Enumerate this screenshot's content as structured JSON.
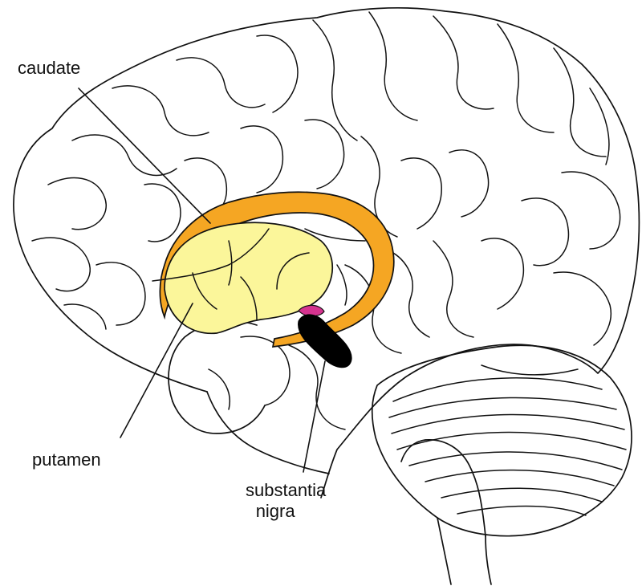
{
  "labels": {
    "caudate": "caudate",
    "putamen": "putamen",
    "substantia_nigra_line1": "substantia",
    "substantia_nigra_line2": "nigra"
  },
  "colors": {
    "caudate": "#f5a623",
    "putamen": "#fbf69a",
    "substantia_nigra": "#000000",
    "small_nucleus": "#d6338f",
    "outline": "#111111"
  }
}
